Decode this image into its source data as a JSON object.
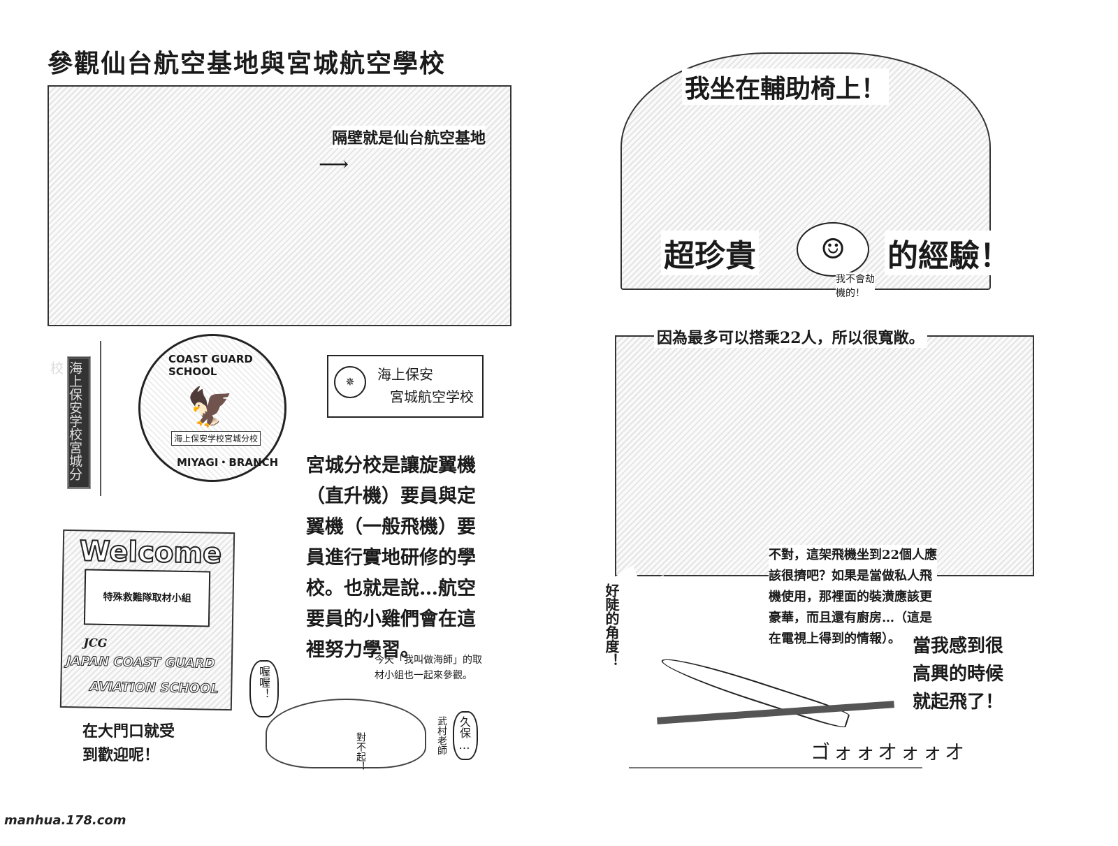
{
  "left_page": {
    "title": "參觀仙台航空基地與宮城航空學校",
    "top_caption": "隔壁就是仙台航空基地",
    "plaque_text": "海上保安学校宮城分校",
    "emblem": {
      "top": "COAST GUARD SCHOOL",
      "ribbon": "海上保安学校宮城分校",
      "bottom": "MIYAGI・BRANCH"
    },
    "sign": {
      "line1": "海上保安",
      "line2": "宮城航空学校"
    },
    "paragraph": [
      "宮城分校是讓旋翼機",
      "（直升機）要員與定",
      "翼機（一般飛機）要",
      "員進行實地研修的學",
      "校。也就是說…航空",
      "要員的小雞們會在這",
      "裡努力學習。"
    ],
    "welcome_board": {
      "heading": "Welcome",
      "card": "特殊救難隊取材小組",
      "logo": "JCG",
      "brand": "JAPAN COAST GUARD",
      "school": "AVIATION SCHOOL"
    },
    "welcome_caption": [
      "在大門口就受",
      "到歡迎呢！"
    ],
    "bubble_oh": "喔喔！",
    "narration": [
      "今天「我叫做海師」的取",
      "材小組也一起來參觀。"
    ],
    "label_teacher": "武村老師",
    "bubble_kubo": "久保…",
    "bubble_sorry": "對不起！"
  },
  "right_page": {
    "headline": "我坐在輔助椅上！",
    "subline": "超珍貴",
    "subline2": "的經驗！",
    "bubble_hijack": [
      "我不會劫",
      "機的！"
    ],
    "cabin_caption": "因為最多可以搭乘22人，所以很寬敞。",
    "cabin_text": [
      "不對，這架飛機坐到22個人應",
      "該很擠吧？如果是當做私人飛",
      "機使用，那裡面的裝潢應該更",
      "豪華，而且還有廚房…（這是",
      "在電視上得到的情報）。"
    ],
    "burst": "好陡的角度！",
    "takeoff_text": [
      "當我感到很",
      "高興的時候",
      "就起飛了！"
    ],
    "sound_effect": "ゴォォオォォオ"
  },
  "watermark": "manhua.178.com"
}
